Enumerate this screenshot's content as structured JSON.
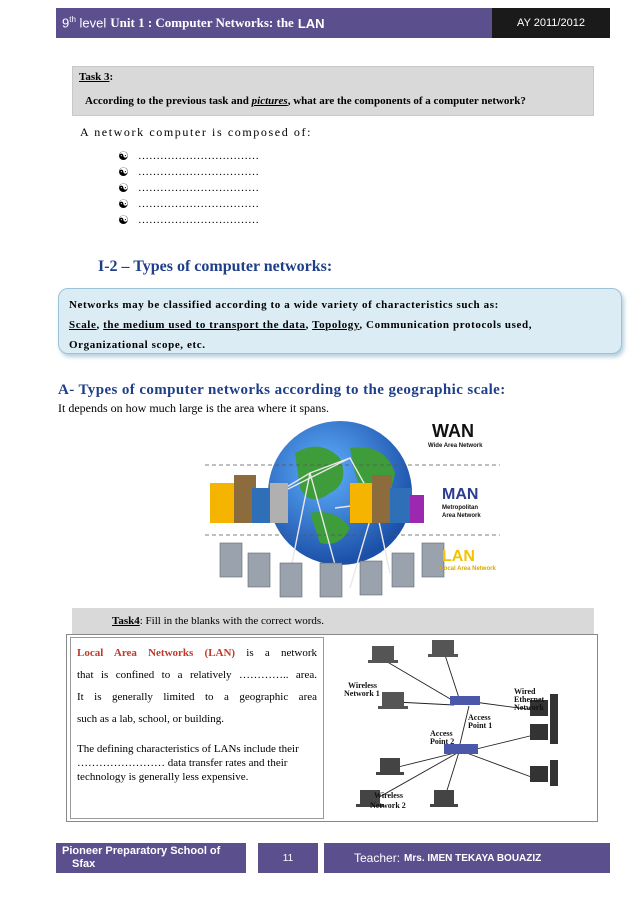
{
  "header": {
    "level_num": "9",
    "level_sup": "th",
    "level_word": "level",
    "unit": "Unit 1 : Computer Networks: the",
    "unit_lan": "LAN",
    "year": "AY 2011/2012"
  },
  "task3": {
    "label": "Task 3",
    "colon": ":",
    "question_pre": "According to the previous task and ",
    "question_em": "pictures",
    "question_post": ", what are the components of a computer network?"
  },
  "composed_text": "A network computer is composed of:",
  "blank_items": [
    "……………………………",
    "……………………………",
    "……………………………",
    "……………………………",
    "……………………………"
  ],
  "bullet_symbol": "☯",
  "section_types": "I-2 – Types of computer networks:",
  "note": {
    "line1": "Networks may be classified according to a wide variety of characteristics such as:",
    "scale": "Scale",
    "medium": "the medium used to transport the data",
    "topology": "Topology",
    "rest": ", Communication protocols used, Organizational scope, etc."
  },
  "section_a": "A-   Types of computer networks according to the geographic scale:",
  "depends_text": "It depends on how much large is the area where it spans.",
  "figure1": {
    "wan": "WAN",
    "wan_sub": "Wide Area Network",
    "man": "MAN",
    "man_sub1": "Metropolitan",
    "man_sub2": "Area Network",
    "lan": "LAN",
    "lan_sub": "Local Area Network"
  },
  "task4": {
    "label": "Task4",
    "text": ": Fill in the blanks with the correct words."
  },
  "lan_text": {
    "term": "Local Area Networks (LAN)",
    "after_term": " is a network",
    "line2": "that is confined to a relatively ………….. area.",
    "line3": "It is generally limited to a geographic area",
    "line4": "such as a lab, school, or building.",
    "p2": "The defining characteristics of LANs include their …………………… data transfer rates and their technology is generally less expensive."
  },
  "figure2": {
    "wireless1": "Wireless",
    "network1": "Network 1",
    "access1": "Access",
    "point1": "Point 1",
    "wired": "Wired",
    "ethernet": "Ethernet",
    "network": "Network",
    "access2": "Access",
    "point2": "Point 2",
    "wireless2": "Wireless",
    "network2": "Network 2"
  },
  "footer": {
    "school_line1": "Pioneer Preparatory School of",
    "school_line2": "Sfax",
    "page": "11",
    "teacher_label": "Teacher:",
    "teacher_name": "Mrs. IMEN TEKAYA BOUAZIZ"
  },
  "colors": {
    "header_bg": "#5b4f8e",
    "heading_blue": "#1f3f8a",
    "note_bg": "#dcecf4",
    "lan_term_red": "#c0392b"
  }
}
